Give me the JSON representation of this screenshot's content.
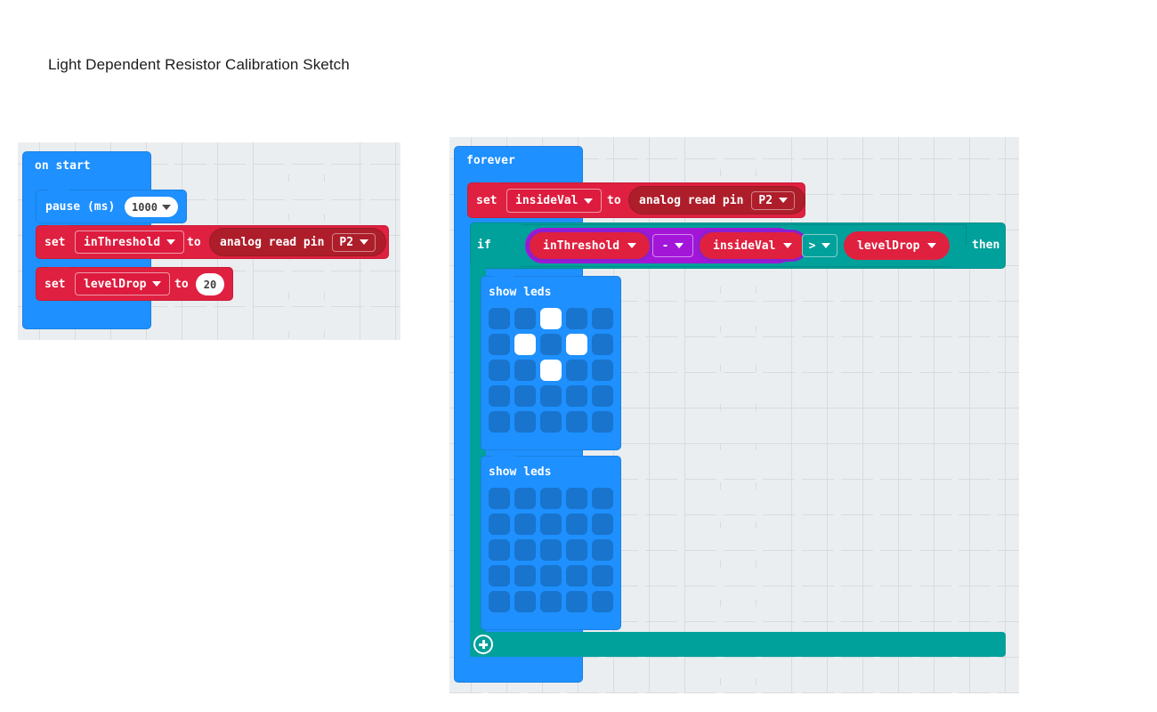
{
  "document": {
    "title": "Light Dependent Resistor Calibration Sketch"
  },
  "theme": {
    "canvas_bg": "#ebeef0",
    "grid_dot": "#d7dcdf",
    "event_blue": "#1e90ff",
    "variable_red": "#e02040",
    "pin_dark_red": "#ad1e2a",
    "math_purple": "#a316d8",
    "logic_teal": "#00a09b",
    "led_off": "#1874cd",
    "led_on": "#ffffff"
  },
  "on_start_script": {
    "hat_label": "on start",
    "pause": {
      "label": "pause (ms)",
      "value": "1000",
      "dropdown_icon": "chevron-down-icon"
    },
    "set_threshold": {
      "keyword": "set",
      "variable": "inThreshold",
      "to": "to",
      "value_block": {
        "label": "analog read pin",
        "pin": "P2"
      }
    },
    "set_leveldrop": {
      "keyword": "set",
      "variable": "levelDrop",
      "to": "to",
      "value": "20"
    }
  },
  "forever_script": {
    "hat_label": "forever",
    "set_insideval": {
      "keyword": "set",
      "variable": "insideVal",
      "to": "to",
      "value_block": {
        "label": "analog read pin",
        "pin": "P2"
      }
    },
    "if_statement": {
      "if_label": "if",
      "then_label": "then",
      "condition": {
        "left_operand": {
          "expression_type": "arithmetic",
          "operand_a": "inThreshold",
          "operator": "-",
          "operand_b": "insideVal"
        },
        "comparison_operator": ">",
        "right_operand": "levelDrop"
      },
      "add_else_button": "plus-icon"
    },
    "show_leds_blocks": [
      {
        "label": "show leds",
        "pattern": [
          [
            0,
            0,
            1,
            0,
            0
          ],
          [
            0,
            1,
            0,
            1,
            0
          ],
          [
            0,
            0,
            1,
            0,
            0
          ],
          [
            0,
            0,
            0,
            0,
            0
          ],
          [
            0,
            0,
            0,
            0,
            0
          ]
        ]
      },
      {
        "label": "show leds",
        "pattern": [
          [
            0,
            0,
            0,
            0,
            0
          ],
          [
            0,
            0,
            0,
            0,
            0
          ],
          [
            0,
            0,
            0,
            0,
            0
          ],
          [
            0,
            0,
            0,
            0,
            0
          ],
          [
            0,
            0,
            0,
            0,
            0
          ]
        ]
      }
    ]
  }
}
